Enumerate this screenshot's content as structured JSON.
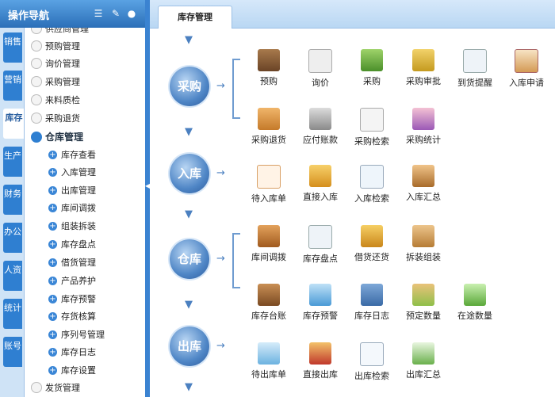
{
  "nav": {
    "title": "操作导航",
    "icons": [
      "list-icon",
      "tools-icon",
      "user-icon"
    ],
    "vtabs": [
      "销售",
      "营销",
      "库存",
      "生产",
      "财务",
      "办公",
      "人资",
      "统计",
      "账号"
    ],
    "active_vtab": "库存",
    "items_top": [
      "供应商管理",
      "预购管理",
      "询价管理",
      "采购管理",
      "来料质检",
      "采购退货"
    ],
    "group": "仓库管理",
    "sub_items": [
      "库存查看",
      "入库管理",
      "出库管理",
      "库间调拨",
      "组装拆装",
      "库存盘点",
      "借货管理",
      "产品养护",
      "库存预警",
      "存货核算",
      "序列号管理",
      "库存日志",
      "库存设置"
    ],
    "items_bottom": [
      "发货管理"
    ]
  },
  "tab": {
    "label": "库存管理"
  },
  "flow": {
    "stages": [
      {
        "label": "采购",
        "rows": [
          [
            "预购",
            "询价",
            "采购",
            "采购审批",
            "到货提醒",
            "入库申请"
          ],
          [
            "采购退货",
            "应付账款",
            "采购检索",
            "采购统计"
          ]
        ]
      },
      {
        "label": "入库",
        "rows": [
          [
            "待入库单",
            "直接入库",
            "入库检索",
            "入库汇总"
          ]
        ]
      },
      {
        "label": "仓库",
        "rows": [
          [
            "库间调拨",
            "库存盘点",
            "借货还货",
            "拆装组装"
          ],
          [
            "库存台账",
            "库存预警",
            "库存日志",
            "预定数量",
            "在途数量"
          ]
        ]
      },
      {
        "label": "出库",
        "rows": [
          [
            "待出库单",
            "直接出库",
            "出库检索",
            "出库汇总"
          ]
        ]
      }
    ]
  },
  "colors": {
    "accent": "#2f7fd1",
    "circle": "#4f86c6"
  }
}
